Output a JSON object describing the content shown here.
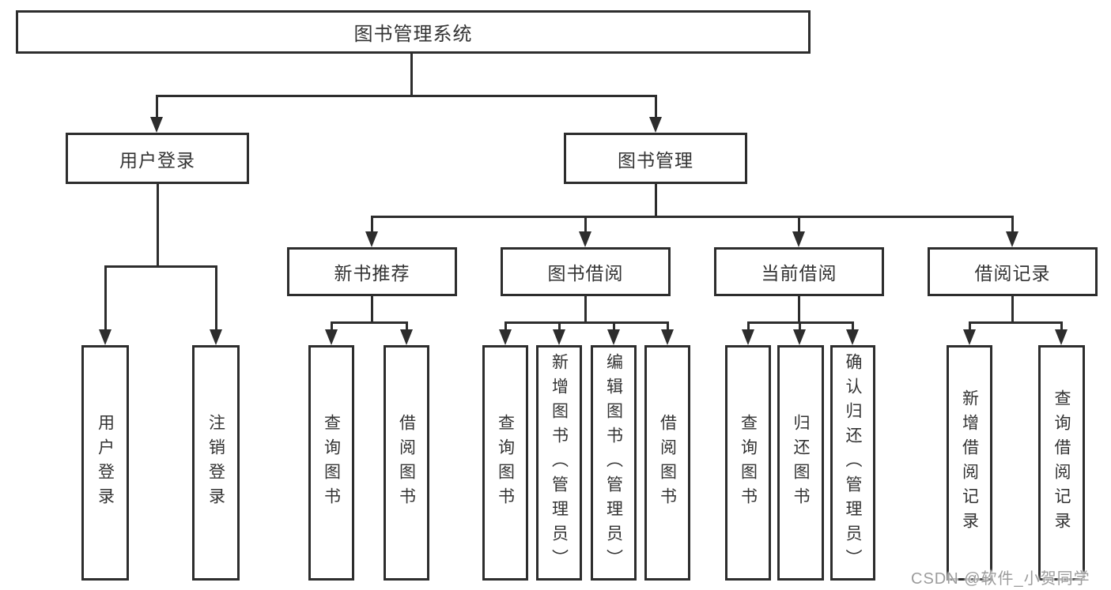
{
  "tree": {
    "label": "图书管理系统",
    "children": [
      {
        "label": "用户登录",
        "children": [
          {
            "label": "用户登录"
          },
          {
            "label": "注销登录"
          }
        ]
      },
      {
        "label": "图书管理",
        "children": [
          {
            "label": "新书推荐",
            "children": [
              {
                "label": "查询图书"
              },
              {
                "label": "借阅图书"
              }
            ]
          },
          {
            "label": "图书借阅",
            "children": [
              {
                "label": "查询图书"
              },
              {
                "label": "新增图书（管理员）"
              },
              {
                "label": "编辑图书（管理员）"
              },
              {
                "label": "借阅图书"
              }
            ]
          },
          {
            "label": "当前借阅",
            "children": [
              {
                "label": "查询图书"
              },
              {
                "label": "归还图书"
              },
              {
                "label": "确认归还（管理员）"
              }
            ]
          },
          {
            "label": "借阅记录",
            "children": [
              {
                "label": "新增借阅记录"
              },
              {
                "label": "查询借阅记录"
              }
            ]
          }
        ]
      }
    ]
  },
  "watermark": {
    "text": "CSDN @软件_小贺同学",
    "color": "#9c9c9c"
  },
  "colors": {
    "line": "#2d2d2d",
    "text": "#333333",
    "bg": "#ffffff"
  }
}
